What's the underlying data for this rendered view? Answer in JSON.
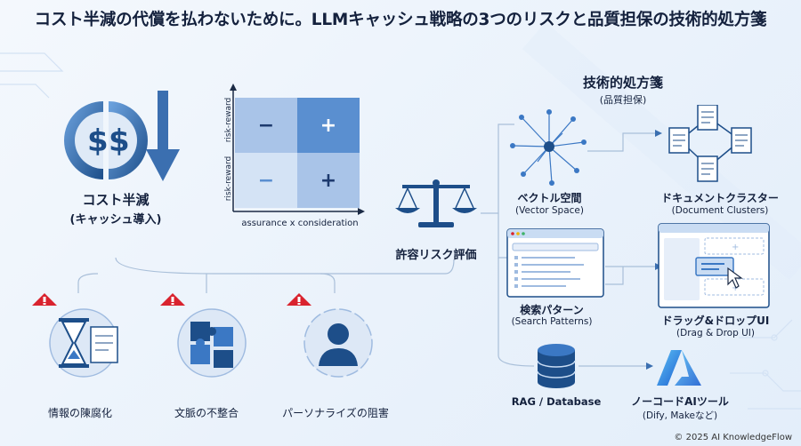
{
  "title": "コスト半減の代償を払わないために。LLMキャッシュ戦略の3つのリスクと品質担保の技術的処方箋",
  "left": {
    "cost_label": "コスト半減",
    "cost_sublabel": "(キャッシュ導入)",
    "icons": [
      "dollar-coin-icon",
      "down-arrow-icon"
    ]
  },
  "matrix": {
    "y_label_top": "risk-reward",
    "y_label_bottom": "risk-reward",
    "x_label": "assurance x consideration",
    "cells": [
      "−",
      "+",
      "−",
      "+"
    ]
  },
  "center": {
    "evaluation_label": "許容リスク評価"
  },
  "risks": [
    {
      "label": "情報の陳腐化",
      "icon": "hourglass-document-icon"
    },
    {
      "label": "文脈の不整合",
      "icon": "puzzle-icon"
    },
    {
      "label": "パーソナライズの阻害",
      "icon": "person-icon"
    }
  ],
  "solutions": {
    "heading": "技術的処方箋",
    "subheading": "(品質担保)",
    "items": [
      {
        "label": "ベクトル空間",
        "sublabel": "(Vector Space)"
      },
      {
        "label": "ドキュメントクラスター",
        "sublabel": "(Document Clusters)"
      },
      {
        "label": "検索パターン",
        "sublabel": "(Search Patterns)"
      },
      {
        "label": "ドラッグ&ドロップUI",
        "sublabel": "(Drag & Drop UI)"
      },
      {
        "label": "RAG / Database",
        "sublabel": ""
      },
      {
        "label": "ノーコードAIツール",
        "sublabel": "(Dify, Makeなど)"
      }
    ]
  },
  "footer": "© 2025 AI KnowledgeFlow",
  "colors": {
    "primary": "#1d4e89",
    "accent": "#3b78c4",
    "light": "#c9dcf3",
    "warning": "#d9232e"
  }
}
